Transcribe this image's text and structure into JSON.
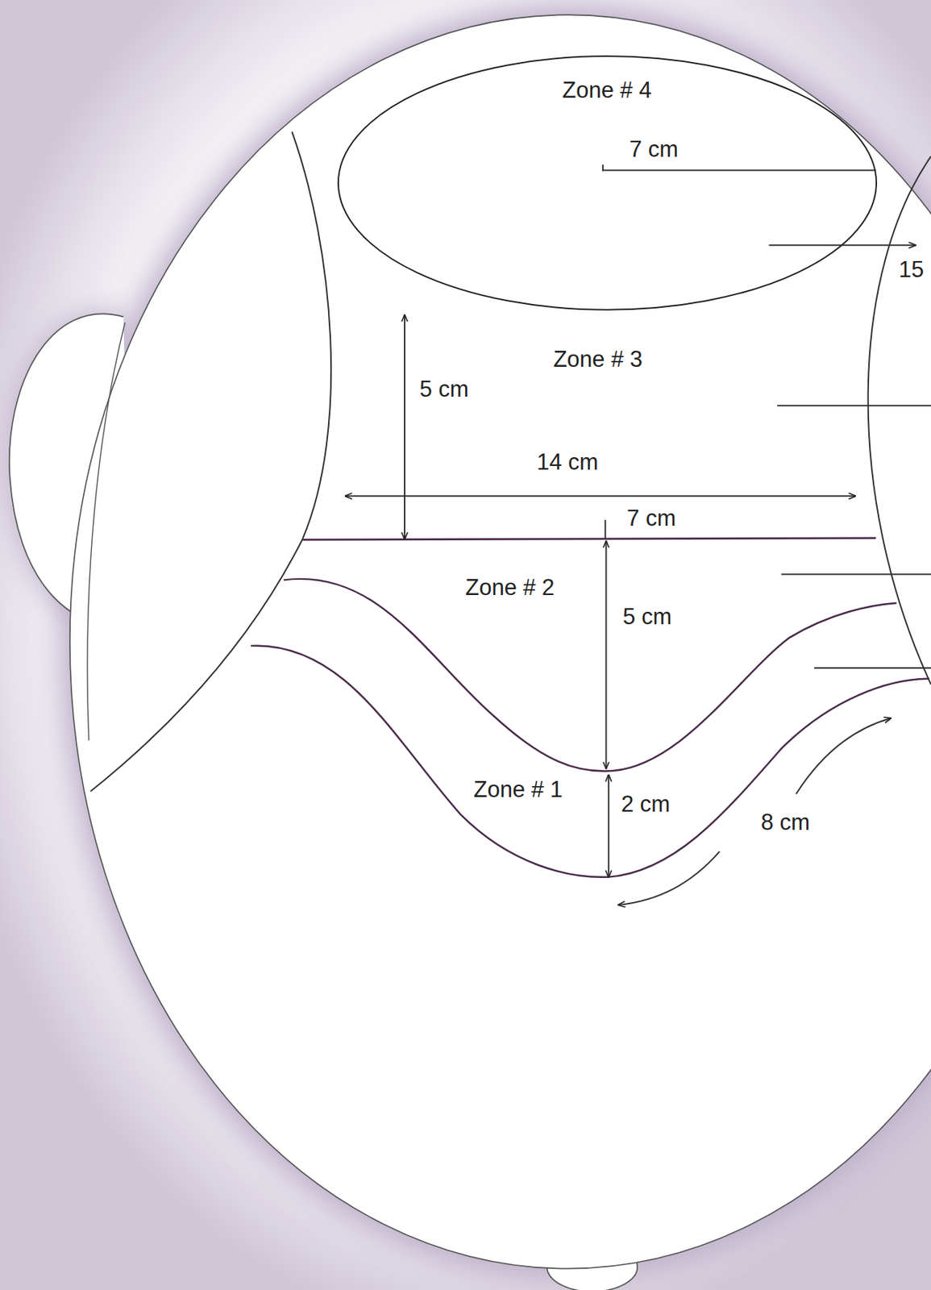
{
  "diagram": {
    "nodes": [
      {
        "text": [
          "Zone # 4"
        ]
      },
      {
        "text": [
          "Zone # 3"
        ]
      },
      {
        "text": [
          "Zone # 2"
        ]
      },
      {
        "text": [
          "Zone # 1"
        ]
      }
    ],
    "labels": [
      "7 cm",
      "15",
      "5 cm",
      "14 cm",
      "7 cm",
      "5 cm",
      "2 cm",
      "8 cm"
    ]
  }
}
